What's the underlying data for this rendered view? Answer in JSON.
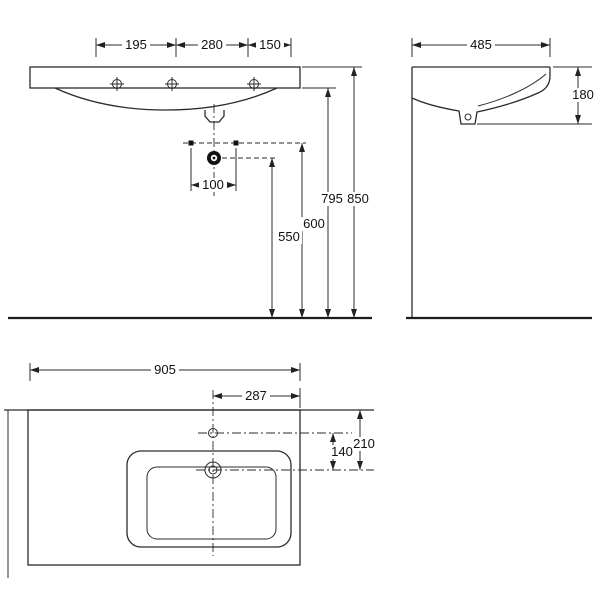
{
  "front_view": {
    "dim_195": "195",
    "dim_280": "280",
    "dim_150": "150",
    "dim_100": "100",
    "dim_550": "550",
    "dim_600": "600",
    "dim_795": "795",
    "dim_850": "850"
  },
  "side_view": {
    "dim_485": "485",
    "dim_180": "180"
  },
  "plan_view": {
    "dim_905": "905",
    "dim_287": "287",
    "dim_140": "140",
    "dim_210": "210"
  }
}
